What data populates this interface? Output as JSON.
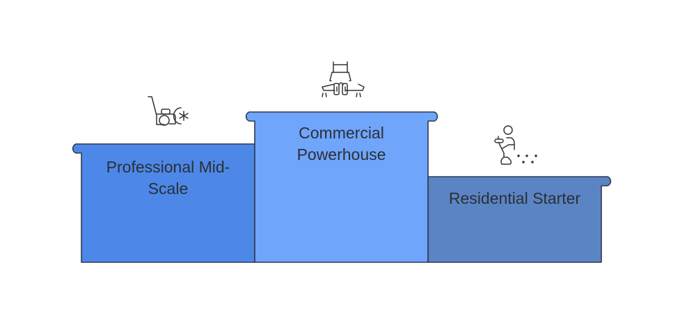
{
  "diagram": {
    "type": "podium",
    "steps": [
      {
        "id": "professional",
        "label": "Professional Mid-Scale",
        "label_lines": [
          "Professional Mid-",
          "Scale"
        ],
        "rank": 2,
        "color": "#4d88e8",
        "icon": "snow-blower-icon"
      },
      {
        "id": "commercial",
        "label": "Commercial Powerhouse",
        "label_lines": [
          "Commercial",
          "Powerhouse"
        ],
        "rank": 1,
        "color": "#6fa5fb",
        "icon": "commercial-tractor-icon"
      },
      {
        "id": "residential",
        "label": "Residential Starter",
        "label_lines": [
          "Residential Starter"
        ],
        "rank": 3,
        "color": "#5b84c4",
        "icon": "person-sweeping-icon"
      }
    ],
    "stroke_color": "#2e3a4e",
    "text_color": "#2b2f36",
    "icon_color": "#333333"
  }
}
